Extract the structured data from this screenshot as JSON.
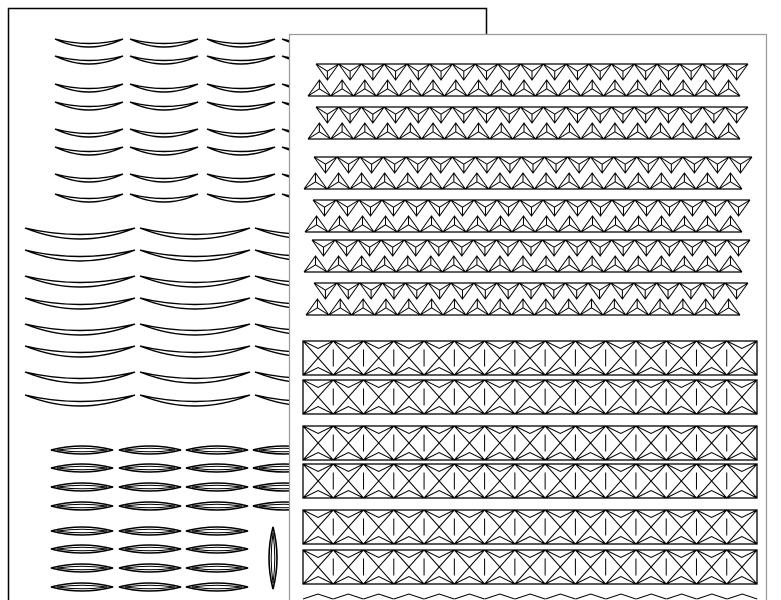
{
  "colors": {
    "background": "#ffffff",
    "line": "#000000",
    "front_page_border": "#9a9a9a"
  },
  "sheets": [
    {
      "name": "back-sheet",
      "motifs": [
        "small-crescent",
        "large-crescent",
        "lens"
      ]
    },
    {
      "name": "front-sheet",
      "motifs": [
        "triangle-band",
        "x-band"
      ]
    }
  ]
}
